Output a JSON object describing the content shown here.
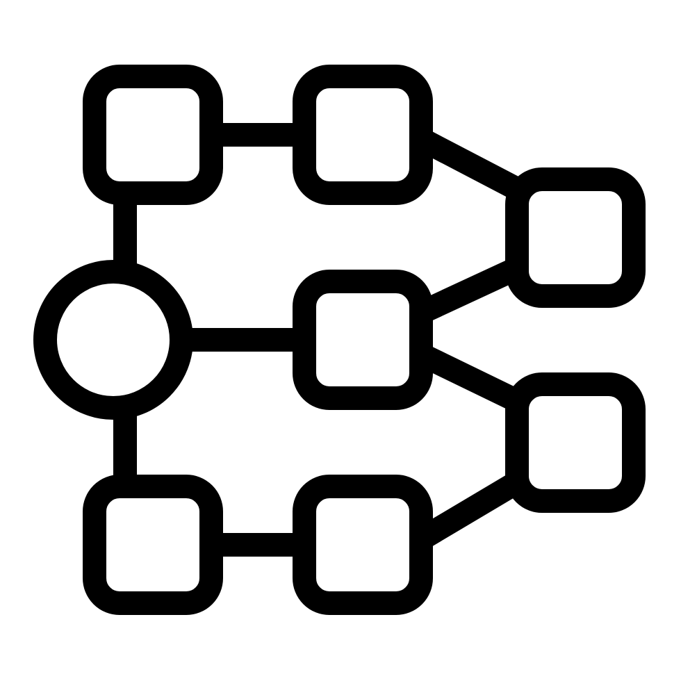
{
  "icon": {
    "name": "hierarchy-structure-icon",
    "stroke_color": "#000000",
    "background_color": "#ffffff"
  },
  "diagram": {
    "nodes": [
      {
        "id": "root",
        "shape": "circle"
      },
      {
        "id": "top-left",
        "shape": "rounded-square"
      },
      {
        "id": "top-middle",
        "shape": "rounded-square"
      },
      {
        "id": "center-middle",
        "shape": "rounded-square"
      },
      {
        "id": "bottom-left",
        "shape": "rounded-square"
      },
      {
        "id": "bottom-middle",
        "shape": "rounded-square"
      },
      {
        "id": "right-upper",
        "shape": "rounded-square"
      },
      {
        "id": "right-lower",
        "shape": "rounded-square"
      }
    ],
    "edges": [
      {
        "from": "root",
        "to": "top-left"
      },
      {
        "from": "root",
        "to": "bottom-left"
      },
      {
        "from": "root",
        "to": "center-middle"
      },
      {
        "from": "top-left",
        "to": "top-middle"
      },
      {
        "from": "bottom-left",
        "to": "bottom-middle"
      },
      {
        "from": "top-middle",
        "to": "right-upper"
      },
      {
        "from": "center-middle",
        "to": "right-upper"
      },
      {
        "from": "center-middle",
        "to": "right-lower"
      },
      {
        "from": "bottom-middle",
        "to": "right-lower"
      }
    ]
  }
}
